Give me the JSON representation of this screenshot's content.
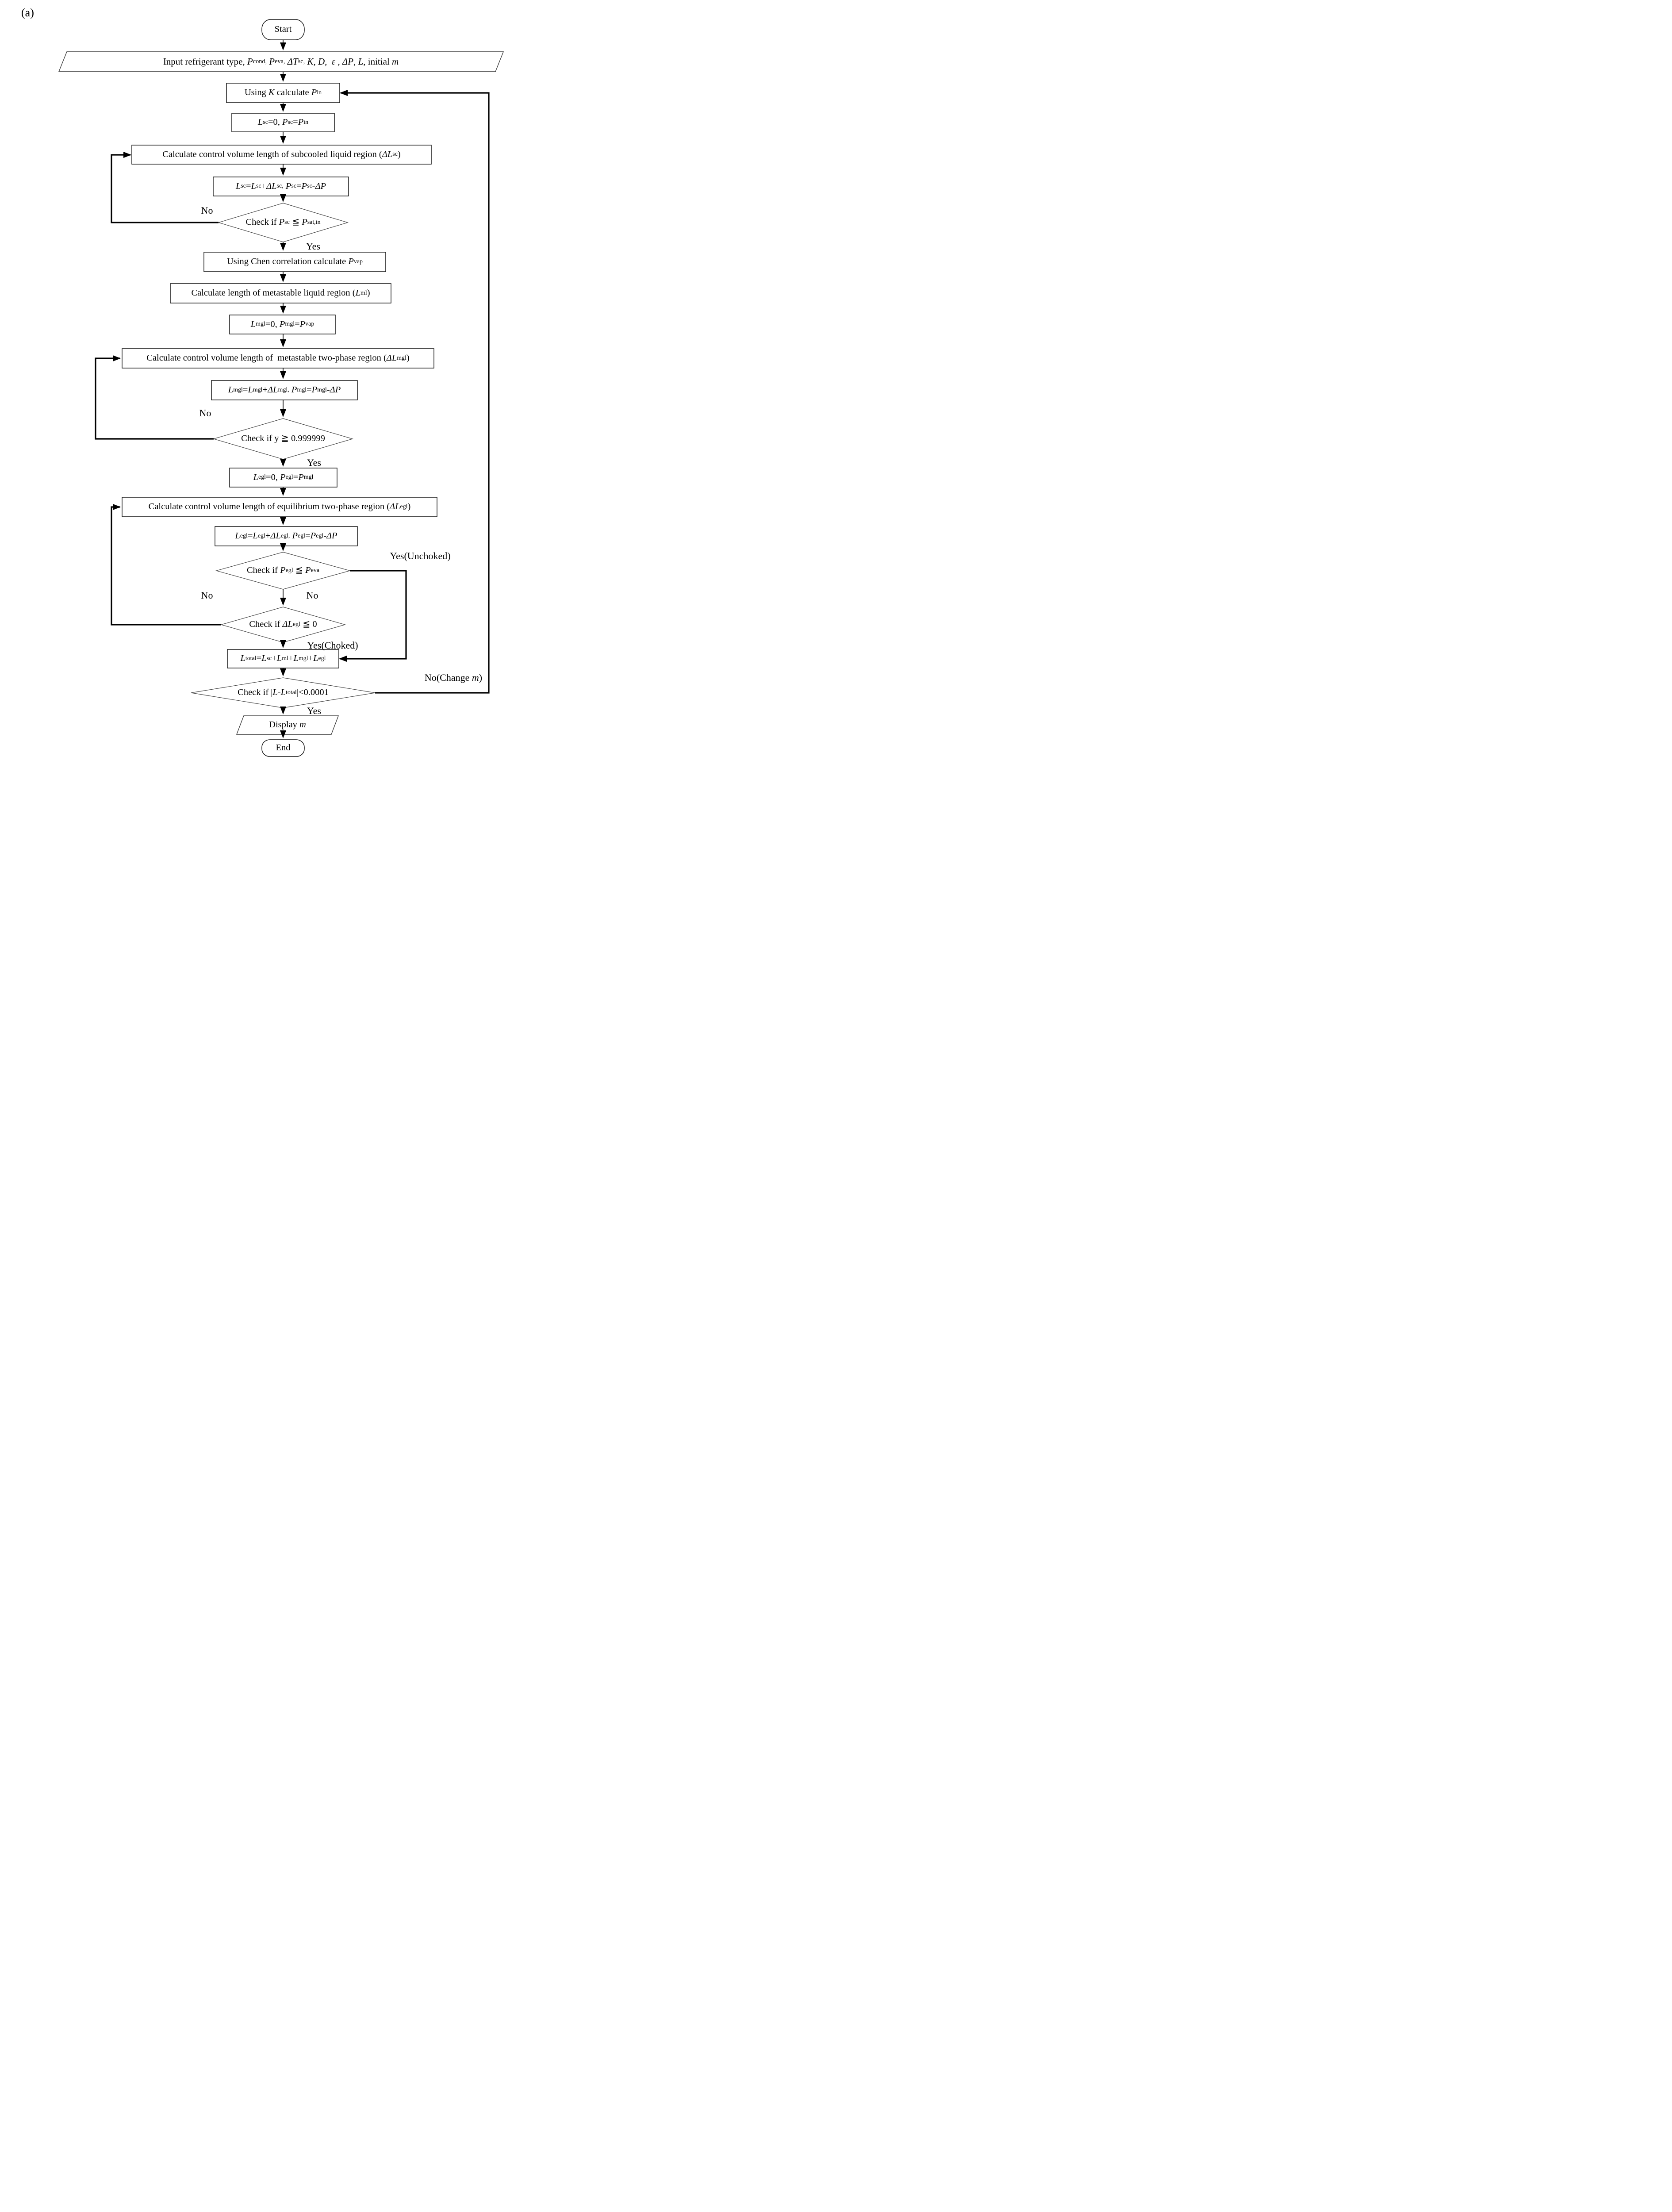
{
  "figure_label": "(a)",
  "flowchart": {
    "nodes": {
      "start": {
        "type": "terminator",
        "label": [
          [
            "p",
            "Start"
          ]
        ]
      },
      "input": {
        "type": "io",
        "label": [
          [
            "p",
            "Input refrigerant type, "
          ],
          [
            "i",
            "P"
          ],
          [
            "s",
            "cond,"
          ],
          [
            "p",
            " "
          ],
          [
            "i",
            "P"
          ],
          [
            "s",
            "eva,"
          ],
          [
            "p",
            " "
          ],
          [
            "i",
            "ΔT"
          ],
          [
            "s",
            "sc,"
          ],
          [
            "p",
            " "
          ],
          [
            "i",
            "K"
          ],
          [
            "p",
            ", "
          ],
          [
            "i",
            "D"
          ],
          [
            "p",
            ",  "
          ],
          [
            "i",
            "ε"
          ],
          [
            "p",
            " , "
          ],
          [
            "i",
            "ΔP"
          ],
          [
            "p",
            ", "
          ],
          [
            "i",
            "L"
          ],
          [
            "p",
            ", initial "
          ],
          [
            "i",
            "m"
          ]
        ]
      },
      "using_k": {
        "type": "process",
        "label": [
          [
            "p",
            "Using "
          ],
          [
            "i",
            "K"
          ],
          [
            "p",
            " calculate "
          ],
          [
            "i",
            "P"
          ],
          [
            "s",
            "in"
          ]
        ]
      },
      "lsc_init": {
        "type": "process",
        "label": [
          [
            "i",
            "L"
          ],
          [
            "s",
            "sc"
          ],
          [
            "p",
            "=0, "
          ],
          [
            "i",
            "P"
          ],
          [
            "s",
            "sc"
          ],
          [
            "p",
            "="
          ],
          [
            "i",
            "P"
          ],
          [
            "s",
            "in"
          ]
        ]
      },
      "calc_subcooled": {
        "type": "process",
        "label": [
          [
            "p",
            "Calculate control volume length of subcooled liquid region ("
          ],
          [
            "i",
            "ΔL"
          ],
          [
            "s",
            "sc"
          ],
          [
            "p",
            ")"
          ]
        ]
      },
      "lsc_update": {
        "type": "process",
        "label": [
          [
            "i",
            "L"
          ],
          [
            "s",
            "sc"
          ],
          [
            "p",
            "="
          ],
          [
            "i",
            "L"
          ],
          [
            "s",
            "sc"
          ],
          [
            "p",
            "+"
          ],
          [
            "i",
            "ΔL"
          ],
          [
            "s",
            "sc,"
          ],
          [
            "p",
            " "
          ],
          [
            "i",
            "P"
          ],
          [
            "s",
            "sc"
          ],
          [
            "p",
            "="
          ],
          [
            "i",
            "P"
          ],
          [
            "s",
            "sc"
          ],
          [
            "p",
            "-"
          ],
          [
            "i",
            "ΔP"
          ]
        ]
      },
      "check_psc": {
        "type": "decision",
        "label": [
          [
            "p",
            "Check if "
          ],
          [
            "i",
            "P"
          ],
          [
            "s",
            "sc"
          ],
          [
            "p",
            " ≦ "
          ],
          [
            "i",
            "P"
          ],
          [
            "s",
            "sat,in"
          ]
        ]
      },
      "chen": {
        "type": "process",
        "label": [
          [
            "p",
            "Using Chen correlation calculate "
          ],
          [
            "i",
            "P"
          ],
          [
            "s",
            "vap"
          ]
        ]
      },
      "calc_metastable_liquid": {
        "type": "process",
        "label": [
          [
            "p",
            "Calculate length of metastable liquid region ("
          ],
          [
            "i",
            "L"
          ],
          [
            "s",
            "ml"
          ],
          [
            "p",
            ")"
          ]
        ]
      },
      "lmgl_init": {
        "type": "process",
        "label": [
          [
            "i",
            "L"
          ],
          [
            "s",
            "mgl"
          ],
          [
            "p",
            "=0, "
          ],
          [
            "i",
            "P"
          ],
          [
            "s",
            "mgl"
          ],
          [
            "p",
            "="
          ],
          [
            "i",
            "P"
          ],
          [
            "s",
            "vap"
          ]
        ]
      },
      "calc_metastable_two_phase": {
        "type": "process",
        "label": [
          [
            "p",
            "Calculate control volume length of  metastable two-phase region ("
          ],
          [
            "i",
            "ΔL"
          ],
          [
            "s",
            "mgl"
          ],
          [
            "p",
            ")"
          ]
        ]
      },
      "lmgl_update": {
        "type": "process",
        "label": [
          [
            "i",
            "L"
          ],
          [
            "s",
            "mgl"
          ],
          [
            "p",
            "="
          ],
          [
            "i",
            "L"
          ],
          [
            "s",
            "mgl"
          ],
          [
            "p",
            "+"
          ],
          [
            "i",
            "ΔL"
          ],
          [
            "s",
            "mgl,"
          ],
          [
            "p",
            " "
          ],
          [
            "i",
            "P"
          ],
          [
            "s",
            "mgl"
          ],
          [
            "p",
            "="
          ],
          [
            "i",
            "P"
          ],
          [
            "s",
            "mgl"
          ],
          [
            "p",
            "-"
          ],
          [
            "i",
            "ΔP"
          ]
        ]
      },
      "check_y": {
        "type": "decision",
        "label": [
          [
            "p",
            "Check if y ≧ 0.999999"
          ]
        ]
      },
      "legl_init": {
        "type": "process",
        "label": [
          [
            "i",
            "L"
          ],
          [
            "s",
            "egl"
          ],
          [
            "p",
            "=0, "
          ],
          [
            "i",
            "P"
          ],
          [
            "s",
            "egl"
          ],
          [
            "p",
            "="
          ],
          [
            "i",
            "P"
          ],
          [
            "s",
            "mgl"
          ]
        ]
      },
      "calc_equilibrium": {
        "type": "process",
        "label": [
          [
            "p",
            "Calculate control volume length of equilibrium two-phase region ("
          ],
          [
            "i",
            "ΔL"
          ],
          [
            "s",
            "egl"
          ],
          [
            "p",
            ")"
          ]
        ]
      },
      "legl_update": {
        "type": "process",
        "label": [
          [
            "i",
            "L"
          ],
          [
            "s",
            "egl"
          ],
          [
            "p",
            "="
          ],
          [
            "i",
            "L"
          ],
          [
            "s",
            "egl"
          ],
          [
            "p",
            "+"
          ],
          [
            "i",
            "ΔL"
          ],
          [
            "s",
            "egl,"
          ],
          [
            "p",
            " "
          ],
          [
            "i",
            "P"
          ],
          [
            "s",
            "egl"
          ],
          [
            "p",
            "="
          ],
          [
            "i",
            "P"
          ],
          [
            "s",
            "egl"
          ],
          [
            "p",
            "-"
          ],
          [
            "i",
            "ΔP"
          ]
        ]
      },
      "check_pegl": {
        "type": "decision",
        "label": [
          [
            "p",
            "Check if "
          ],
          [
            "i",
            "P"
          ],
          [
            "s",
            "egl"
          ],
          [
            "p",
            " ≦ "
          ],
          [
            "i",
            "P"
          ],
          [
            "s",
            "eva"
          ]
        ]
      },
      "check_dlegl": {
        "type": "decision",
        "label": [
          [
            "p",
            "Check if "
          ],
          [
            "i",
            "ΔL"
          ],
          [
            "s",
            "egl"
          ],
          [
            "p",
            " ≦ 0"
          ]
        ]
      },
      "l_total": {
        "type": "process",
        "label": [
          [
            "i",
            "L"
          ],
          [
            "s",
            "total"
          ],
          [
            "p",
            "="
          ],
          [
            "i",
            "L"
          ],
          [
            "s",
            "sc"
          ],
          [
            "p",
            "+"
          ],
          [
            "i",
            "L"
          ],
          [
            "s",
            "ml"
          ],
          [
            "p",
            "+"
          ],
          [
            "i",
            "L"
          ],
          [
            "s",
            "mgl"
          ],
          [
            "p",
            "+"
          ],
          [
            "i",
            "L"
          ],
          [
            "s",
            "egl"
          ]
        ]
      },
      "check_l_total": {
        "type": "decision",
        "label": [
          [
            "p",
            "Check if |"
          ],
          [
            "i",
            "L"
          ],
          [
            "p",
            "-"
          ],
          [
            "i",
            "L"
          ],
          [
            "s",
            "total"
          ],
          [
            "p",
            "|<0.0001"
          ]
        ]
      },
      "display_m": {
        "type": "io",
        "label": [
          [
            "p",
            "Display "
          ],
          [
            "i",
            "m"
          ]
        ]
      },
      "end": {
        "type": "terminator",
        "label": [
          [
            "p",
            "End"
          ]
        ]
      }
    },
    "edge_labels": {
      "no_subcooled": [
        [
          "p",
          "No"
        ]
      ],
      "yes_subcooled": [
        [
          "p",
          "Yes"
        ]
      ],
      "no_metastable": [
        [
          "p",
          "No"
        ]
      ],
      "yes_metastable": [
        [
          "p",
          "Yes"
        ]
      ],
      "yes_unchoked": [
        [
          "p",
          "Yes(Unchoked)"
        ]
      ],
      "no_pegl": [
        [
          "p",
          "No"
        ]
      ],
      "no_dlegl": [
        [
          "p",
          "No"
        ]
      ],
      "yes_choked": [
        [
          "p",
          "Yes(Choked)"
        ]
      ],
      "no_change_m": [
        [
          "p",
          "No(Change "
        ],
        [
          "i",
          "m"
        ],
        [
          "p",
          ")"
        ]
      ],
      "yes_converged": [
        [
          "p",
          "Yes"
        ]
      ]
    }
  }
}
